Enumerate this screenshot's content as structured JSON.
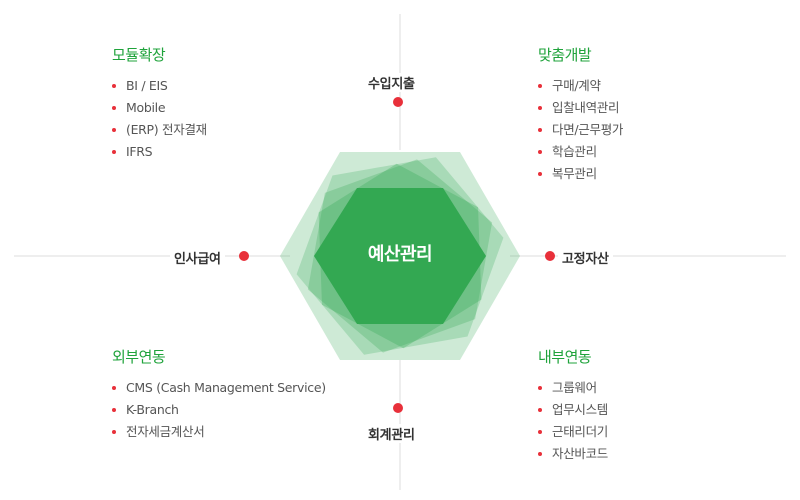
{
  "center": {
    "title": "예산관리"
  },
  "nodes": {
    "top": "수입지출",
    "bottom": "회계관리",
    "left": "인사급여",
    "right": "고정자산"
  },
  "groups": {
    "top_left": {
      "title": "모듈확장",
      "items": [
        "BI / EIS",
        "Mobile",
        "(ERP) 전자결재",
        "IFRS"
      ]
    },
    "top_right": {
      "title": "맞춤개발",
      "items": [
        "구매/계약",
        "입찰내역관리",
        "다면/근무평가",
        "학습관리",
        "복무관리"
      ]
    },
    "bottom_left": {
      "title": "외부연동",
      "items": [
        "CMS (Cash Management Service)",
        "K-Branch",
        "전자세금계산서"
      ]
    },
    "bottom_right": {
      "title": "내부연동",
      "items": [
        "그룹웨어",
        "업무시스템",
        "근태리더기",
        "자산바코드"
      ]
    }
  },
  "colors": {
    "accent_green": "#1fa33b",
    "hex_core": "#33a852",
    "hex_light": "#c8e9cf",
    "dot_red": "#e8303a",
    "line_gray": "#dddddd"
  }
}
